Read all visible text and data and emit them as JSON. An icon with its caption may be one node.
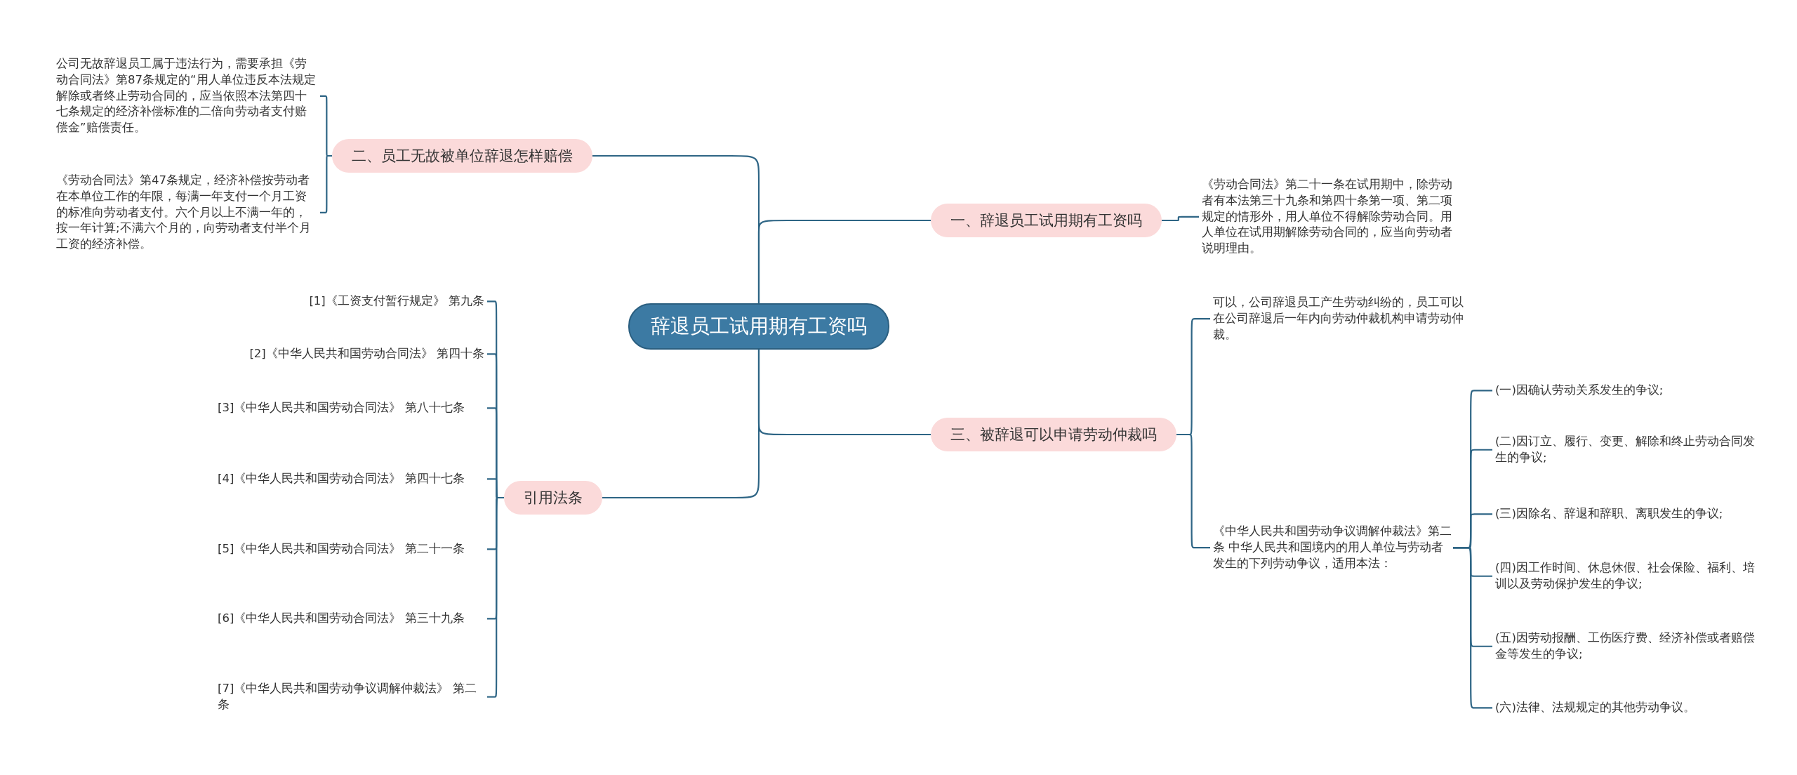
{
  "diagram": {
    "nodes": [
      {
        "text": [
          "辞退员工试用期有工资吗"
        ]
      },
      {
        "text": [
          "一、辞退员工试用期有工资吗"
        ]
      },
      {
        "text": [
          "《劳动合同法》第二十一条在试用期中，除劳动者有本法第三十九条和第四十条第一项、第二项规定的情形外，用人单位不得解除劳动合同。用人单位在试用期解除劳动合同的，应当向劳动者说明理由。"
        ]
      },
      {
        "text": [
          "二、员工无故被单位辞退怎样赔偿"
        ]
      },
      {
        "text": [
          "公司无故辞退员工属于违法行为，需要承担《劳动合同法》第87条规定的“用人单位违反本法规定解除或者终止劳动合同的，应当依照本法第四十七条规定的经济补偿标准的二倍向劳动者支付赔偿金”赔偿责任。"
        ]
      },
      {
        "text": [
          "《劳动合同法》第47条规定，经济补偿按劳动者在本单位工作的年限，每满一年支付一个月工资的标准向劳动者支付。六个月以上不满一年的，按一年计算;不满六个月的，向劳动者支付半个月工资的经济补偿。"
        ]
      },
      {
        "text": [
          "三、被辞退可以申请劳动仲裁吗"
        ]
      },
      {
        "text": [
          "可以，公司辞退员工产生劳动纠纷的，员工可以在公司辞退后一年内向劳动仲裁机构申请劳动仲裁。"
        ]
      },
      {
        "text": [
          "《中华人民共和国劳动争议调解仲裁法》第二条 中华人民共和国境内的用人单位与劳动者发生的下列劳动争议，适用本法："
        ]
      },
      {
        "text": [
          "(一)因确认劳动关系发生的争议;"
        ]
      },
      {
        "text": [
          "(二)因订立、履行、变更、解除和终止劳动合同发生的争议;"
        ]
      },
      {
        "text": [
          "(三)因除名、辞退和辞职、离职发生的争议;"
        ]
      },
      {
        "text": [
          "(四)因工作时间、休息休假、社会保险、福利、培训以及劳动保护发生的争议;"
        ]
      },
      {
        "text": [
          "(五)因劳动报酬、工伤医疗费、经济补偿或者赔偿金等发生的争议;"
        ]
      },
      {
        "text": [
          "(六)法律、法规规定的其他劳动争议。"
        ]
      },
      {
        "text": [
          "引用法条"
        ]
      },
      {
        "text": [
          "[1]《工资支付暂行规定》 第九条"
        ]
      },
      {
        "text": [
          "[2]《中华人民共和国劳动合同法》 第四十条"
        ]
      },
      {
        "text": [
          "[3]《中华人民共和国劳动合同法》 第八十七条"
        ]
      },
      {
        "text": [
          "[4]《中华人民共和国劳动合同法》 第四十七条"
        ]
      },
      {
        "text": [
          "[5]《中华人民共和国劳动合同法》 第二十一条"
        ]
      },
      {
        "text": [
          "[6]《中华人民共和国劳动合同法》 第三十九条"
        ]
      },
      {
        "text": [
          "[7]《中华人民共和国劳动争议调解仲裁法》 第二条"
        ]
      }
    ],
    "edges": [
      {
        "from": 0,
        "to": 1,
        "arrow": "none"
      },
      {
        "from": 1,
        "to": 2,
        "arrow": "none"
      },
      {
        "from": 0,
        "to": 3,
        "arrow": "none"
      },
      {
        "from": 3,
        "to": 4,
        "arrow": "none"
      },
      {
        "from": 3,
        "to": 5,
        "arrow": "none"
      },
      {
        "from": 0,
        "to": 6,
        "arrow": "none"
      },
      {
        "from": 6,
        "to": 7,
        "arrow": "none"
      },
      {
        "from": 6,
        "to": 8,
        "arrow": "none"
      },
      {
        "from": 8,
        "to": 9,
        "arrow": "none"
      },
      {
        "from": 8,
        "to": 10,
        "arrow": "none"
      },
      {
        "from": 8,
        "to": 11,
        "arrow": "none"
      },
      {
        "from": 8,
        "to": 12,
        "arrow": "none"
      },
      {
        "from": 8,
        "to": 13,
        "arrow": "none"
      },
      {
        "from": 8,
        "to": 14,
        "arrow": "none"
      },
      {
        "from": 0,
        "to": 15,
        "arrow": "none"
      },
      {
        "from": 15,
        "to": 16,
        "arrow": "none"
      },
      {
        "from": 15,
        "to": 17,
        "arrow": "none"
      },
      {
        "from": 15,
        "to": 18,
        "arrow": "none"
      },
      {
        "from": 15,
        "to": 19,
        "arrow": "none"
      },
      {
        "from": 15,
        "to": 20,
        "arrow": "none"
      },
      {
        "from": 15,
        "to": 21,
        "arrow": "none"
      },
      {
        "from": 15,
        "to": 22,
        "arrow": "none"
      }
    ]
  }
}
